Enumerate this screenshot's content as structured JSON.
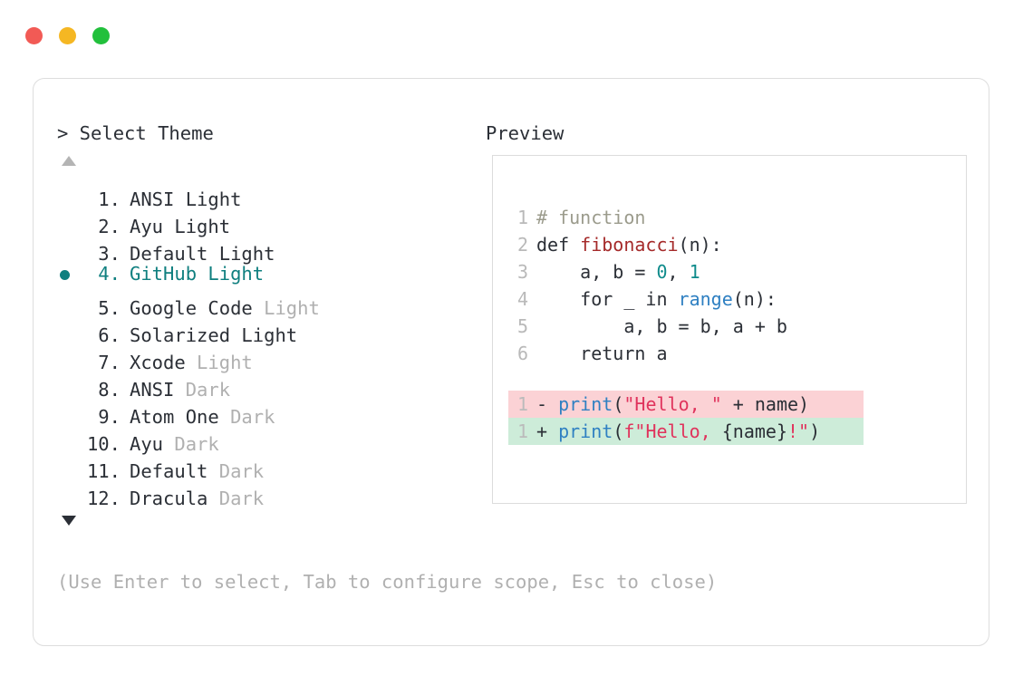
{
  "window": {
    "dots": [
      {
        "name": "close",
        "color": "#f25a55"
      },
      {
        "name": "minimize",
        "color": "#f5b723"
      },
      {
        "name": "maximize",
        "color": "#22c03c"
      }
    ]
  },
  "left": {
    "prompt": "> Select Theme",
    "scroll_up": "▲",
    "scroll_down": "▼",
    "themes": [
      {
        "index": " 1.",
        "name": "ANSI Light",
        "suffix": "",
        "selected": false,
        "dim_suffix": false
      },
      {
        "index": " 2.",
        "name": "Ayu Light",
        "suffix": "",
        "selected": false,
        "dim_suffix": false
      },
      {
        "index": " 3.",
        "name": "Default Light",
        "suffix": "",
        "selected": false,
        "dim_suffix": false
      },
      {
        "index": " 4.",
        "name": "GitHub Light",
        "suffix": "",
        "selected": true,
        "dim_suffix": false
      },
      {
        "index": " 5.",
        "name": "Google Code",
        "suffix": " Light",
        "selected": false,
        "dim_suffix": true
      },
      {
        "index": " 6.",
        "name": "Solarized Light",
        "suffix": "",
        "selected": false,
        "dim_suffix": false
      },
      {
        "index": " 7.",
        "name": "Xcode",
        "suffix": " Light",
        "selected": false,
        "dim_suffix": true
      },
      {
        "index": " 8.",
        "name": "ANSI",
        "suffix": " Dark",
        "selected": false,
        "dim_suffix": true
      },
      {
        "index": " 9.",
        "name": "Atom One",
        "suffix": " Dark",
        "selected": false,
        "dim_suffix": true
      },
      {
        "index": "10.",
        "name": "Ayu",
        "suffix": " Dark",
        "selected": false,
        "dim_suffix": true
      },
      {
        "index": "11.",
        "name": "Default",
        "suffix": " Dark",
        "selected": false,
        "dim_suffix": true
      },
      {
        "index": "12.",
        "name": "Dracula",
        "suffix": " Dark",
        "selected": false,
        "dim_suffix": true
      }
    ],
    "hint": "(Use Enter to select, Tab to configure scope, Esc to close)"
  },
  "right": {
    "title": "Preview",
    "code_lines": [
      {
        "num": "1",
        "tokens": [
          {
            "t": "# function",
            "c": "comment"
          }
        ]
      },
      {
        "num": "2",
        "tokens": [
          {
            "t": "def ",
            "c": "plain"
          },
          {
            "t": "fibonacci",
            "c": "func"
          },
          {
            "t": "(n):",
            "c": "plain"
          }
        ]
      },
      {
        "num": "3",
        "tokens": [
          {
            "t": "    a, b = ",
            "c": "plain"
          },
          {
            "t": "0",
            "c": "num"
          },
          {
            "t": ", ",
            "c": "plain"
          },
          {
            "t": "1",
            "c": "num"
          }
        ]
      },
      {
        "num": "4",
        "tokens": [
          {
            "t": "    for _ in ",
            "c": "plain"
          },
          {
            "t": "range",
            "c": "builtin"
          },
          {
            "t": "(n):",
            "c": "plain"
          }
        ]
      },
      {
        "num": "5",
        "tokens": [
          {
            "t": "        a, b = b, a + b",
            "c": "plain"
          }
        ]
      },
      {
        "num": "6",
        "tokens": [
          {
            "t": "    return a",
            "c": "plain"
          }
        ]
      }
    ],
    "diff_lines": [
      {
        "num": "1",
        "kind": "del",
        "sign": "-",
        "tokens": [
          {
            "t": "print",
            "c": "builtin"
          },
          {
            "t": "(",
            "c": "plain"
          },
          {
            "t": "\"Hello, \"",
            "c": "str"
          },
          {
            "t": " + name)",
            "c": "plain"
          }
        ]
      },
      {
        "num": "1",
        "kind": "add",
        "sign": "+",
        "tokens": [
          {
            "t": "print",
            "c": "builtin"
          },
          {
            "t": "(",
            "c": "plain"
          },
          {
            "t": "f\"Hello, ",
            "c": "str"
          },
          {
            "t": "{name}",
            "c": "plain"
          },
          {
            "t": "!\"",
            "c": "str"
          },
          {
            "t": ")",
            "c": "plain"
          }
        ]
      }
    ]
  },
  "colors": {
    "accent_teal": "#0f7f7f",
    "text": "#2b2f36",
    "dim": "#b0b0b0",
    "diff_del_bg": "#fbd2d5",
    "diff_add_bg": "#cdecd9",
    "border": "#dddddd"
  }
}
